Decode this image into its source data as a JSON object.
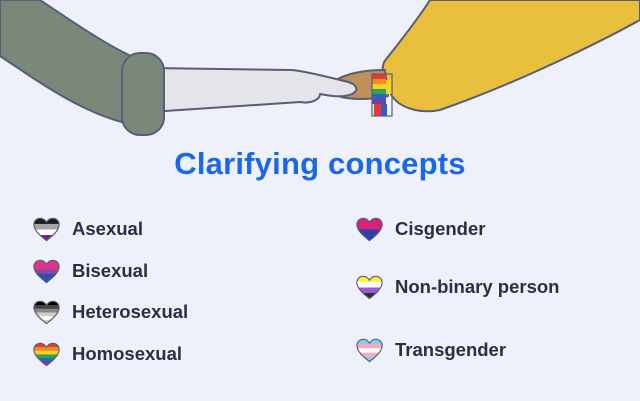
{
  "title": "Clarifying concepts",
  "left_column": [
    {
      "label": "Asexual",
      "icon": "asexual-flag-heart-icon",
      "stripes": [
        "#1e1e1e",
        "#a4a4a4",
        "#ffffff",
        "#7e1d87"
      ]
    },
    {
      "label": "Bisexual",
      "icon": "bisexual-flag-heart-icon",
      "stripes": [
        "#e2338a",
        "#e2338a",
        "#8e4a96",
        "#2a4fb0",
        "#2a4fb0"
      ]
    },
    {
      "label": "Heterosexual",
      "icon": "heterosexual-flag-heart-icon",
      "stripes": [
        "#000000",
        "#444444",
        "#888888",
        "#cccccc",
        "#ffffff",
        "#cccccc"
      ]
    },
    {
      "label": "Homosexual",
      "icon": "rainbow-flag-heart-icon",
      "stripes": [
        "#e53935",
        "#f28b1d",
        "#f7d21e",
        "#2ca54d",
        "#2a63c7",
        "#7c3a9c"
      ]
    }
  ],
  "right_column": [
    {
      "label": "Cisgender",
      "icon": "cisgender-heart-icon",
      "stripes": [
        "#d8227a",
        "#d8227a",
        "#2f3fa8",
        "#2f3fa8"
      ]
    },
    {
      "label": "Non-binary person",
      "icon": "nonbinary-flag-heart-icon",
      "stripes": [
        "#fcf434",
        "#ffffff",
        "#9c59d1",
        "#2c2c2c"
      ]
    },
    {
      "label": "Transgender",
      "icon": "transgender-flag-heart-icon",
      "stripes": [
        "#7dd2f0",
        "#f5abb9",
        "#ffffff",
        "#f5abb9",
        "#7dd2f0"
      ]
    }
  ],
  "colors": {
    "background": "#eef1fb",
    "title": "#1c66e8",
    "label": "#2b2f3e",
    "outline": "#585d78",
    "left_sleeve": "#7a8879",
    "right_sleeve": "#e9c03e",
    "left_arm": "#e4e4ea",
    "right_hand": "#c0905a"
  }
}
